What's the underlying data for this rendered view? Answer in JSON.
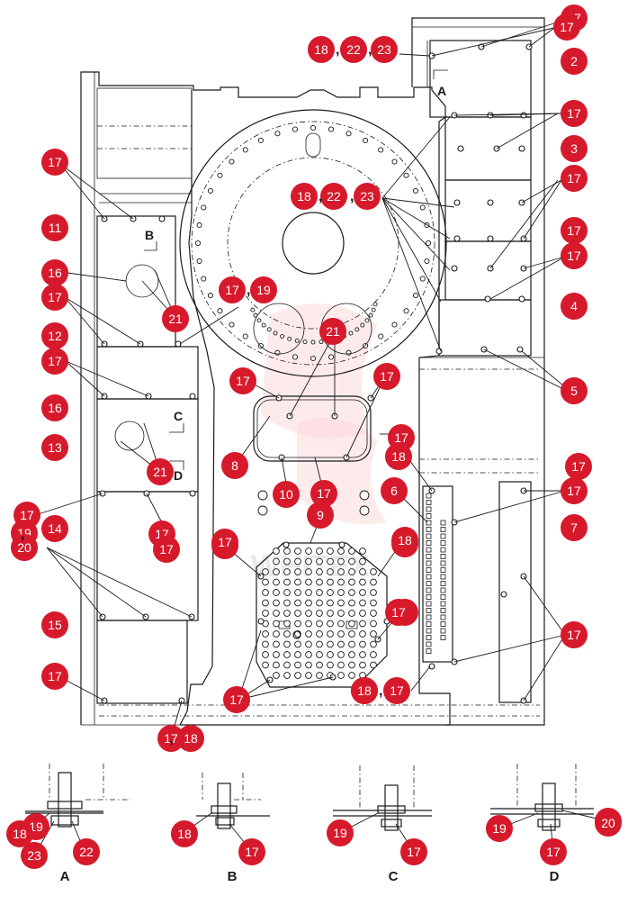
{
  "view_labels": [
    "A",
    "B",
    "C",
    "D"
  ],
  "detail_labels": [
    "A",
    "B",
    "C",
    "D"
  ],
  "watermark": "WHITEX",
  "callouts": [
    "17",
    "2",
    "17",
    "3",
    "17",
    "4",
    "17",
    "5",
    "17",
    "17",
    "7",
    "17",
    "17",
    "17",
    "6",
    "17",
    "17",
    "8",
    "9",
    "10",
    "17",
    "17",
    "17",
    "17",
    "17",
    "17",
    "11",
    "16",
    "17",
    "12",
    "17",
    "16",
    "13",
    "14",
    "15",
    "17",
    "21",
    "21",
    "21",
    "17",
    "17",
    "17",
    "17",
    "17",
    "17",
    "18",
    "22",
    "23",
    "18",
    "22",
    "23",
    "17",
    "19",
    "17",
    "18",
    "18",
    "19",
    "20",
    "19",
    "20",
    "17",
    "18",
    "17",
    "18",
    "18",
    "23",
    "22",
    "18",
    "17",
    "19",
    "17",
    "19",
    "17",
    "20"
  ]
}
